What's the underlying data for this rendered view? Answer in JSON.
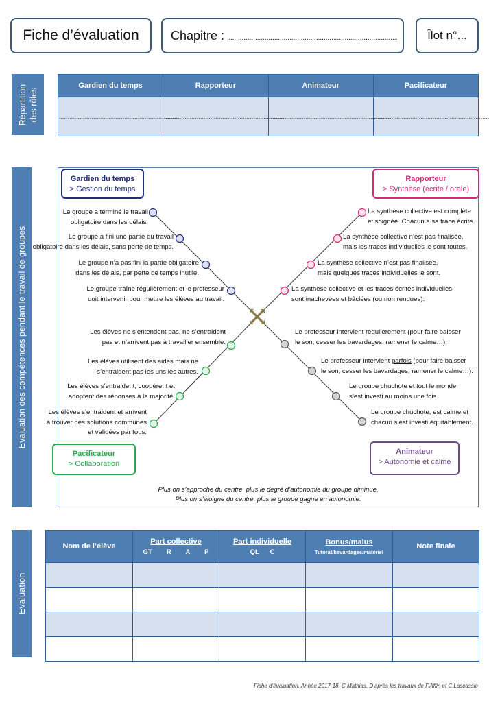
{
  "header": {
    "title": "Fiche d’évaluation",
    "chapter_label": "Chapitre :",
    "chapter_dots": "...................................................................................................",
    "ilot": "Îlot n°..."
  },
  "roles_section": {
    "side_label_1": "Répartition",
    "side_label_2": "des rôles",
    "columns": [
      "Gardien du temps",
      "Rapporteur",
      "Animateur",
      "Pacificateur"
    ],
    "blank": "......................................................................"
  },
  "competences": {
    "side_label": "Evaluation des compétences pendant le travail de groupes",
    "roles": {
      "top_left": {
        "title": "Gardien du temps",
        "subtitle": "> Gestion du temps",
        "color": "#1f2a80"
      },
      "top_right": {
        "title": "Rapporteur",
        "subtitle": "> Synthèse (écrite / orale)",
        "color": "#d6287a"
      },
      "bottom_left": {
        "title": "Pacificateur",
        "subtitle": "> Collaboration",
        "color": "#27a84a"
      },
      "bottom_right": {
        "title": "Animateur",
        "subtitle": "> Autonomie et calme",
        "color": "#6c4a86"
      }
    },
    "top_left": [
      [
        "Le groupe a terminé le travail",
        "obligatoire dans les délais."
      ],
      [
        "Le groupe a fini une partie du travail",
        "obligatoire dans les délais, sans perte de temps."
      ],
      [
        "Le groupe n’a pas fini la partie obligatoire",
        "dans les délais, par perte de temps inutile."
      ],
      [
        "Le groupe traîne régulièrement et le professeur",
        "doit intervenir pour mettre les élèves au travail."
      ]
    ],
    "top_right": [
      [
        "La synthèse collective est complète",
        "et soignée. Chacun a sa trace écrite."
      ],
      [
        "La synthèse collective n’est pas finalisée,",
        "mais les traces individuelles le sont toutes."
      ],
      [
        "La synthèse collective n’est pas finalisée,",
        "mais quelques traces individuelles le sont."
      ],
      [
        "La synthèse collective et les traces écrites individuelles",
        "sont inachevées et bâclées (ou non rendues)."
      ]
    ],
    "bottom_left": [
      [
        "Les élèves ne s’entendent pas, ne s’entraident",
        "pas et n’arrivent pas à travailler ensemble."
      ],
      [
        "Les élèves utilisent des aides mais ne",
        "s’entraident pas les uns les autres."
      ],
      [
        "Les élèves s’entraident, coopèrent et",
        "adoptent des réponses à la majorité."
      ],
      [
        "Les élèves s’entraident et arrivent",
        "à trouver des solutions communes",
        "et validées par tous."
      ]
    ],
    "bottom_right": [
      [
        "Le professeur intervient ",
        "régulièrement",
        " (pour faire baisser",
        "le son, cesser les bavardages, ramener le calme…)."
      ],
      [
        "Le professeur intervient ",
        "parfois",
        " (pour faire baisser",
        "le son, cesser les bavardages, ramener le calme…)."
      ],
      [
        "Le groupe chuchote et tout le monde",
        "s’est investi au moins une fois."
      ],
      [
        "Le groupe chuchote, est calme et",
        "chacun s’est investi équitablement."
      ]
    ],
    "note_1": "Plus on s’approche du centre, plus le degré d’autonomie du groupe diminue.",
    "note_2": "Plus on s’éloigne du centre, plus le groupe gagne en autonomie."
  },
  "evaluation": {
    "side_label": "Evaluation",
    "col_name": "Nom de l’élève",
    "col_collective": "Part collective",
    "col_collective_sub": "GT        R        A        P",
    "col_individual": "Part individuelle",
    "col_individual_sub": "QL      C",
    "col_bonus": "Bonus/malus",
    "col_bonus_sub": "Tutorat/bavardages/matériel",
    "col_final": "Note finale"
  },
  "footer": "Fiche d’évaluation. Année 2017-18. C.Mathias. D’après les travaux de F.Affin et C.Lascassie"
}
